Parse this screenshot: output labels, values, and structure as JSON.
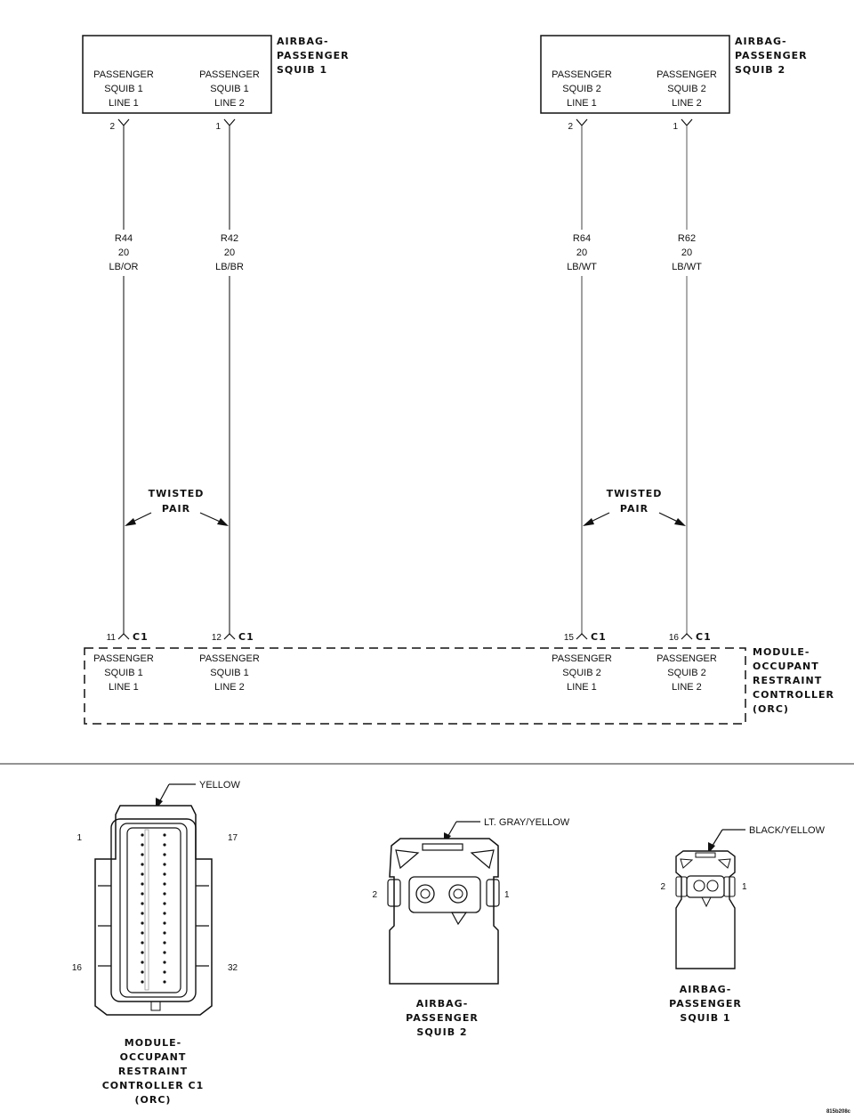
{
  "squib1": {
    "title": [
      "AIRBAG-",
      "PASSENGER",
      "SQUIB 1"
    ],
    "line1": [
      "PASSENGER",
      "SQUIB 1",
      "LINE 1"
    ],
    "line2": [
      "PASSENGER",
      "SQUIB 1",
      "LINE 2"
    ],
    "pin_a": "2",
    "pin_b": "1"
  },
  "squib2": {
    "title": [
      "AIRBAG-",
      "PASSENGER",
      "SQUIB 2"
    ],
    "line1": [
      "PASSENGER",
      "SQUIB 2",
      "LINE 1"
    ],
    "line2": [
      "PASSENGER",
      "SQUIB 2",
      "LINE 2"
    ],
    "pin_a": "2",
    "pin_b": "1"
  },
  "wires": [
    {
      "circuit": "R44",
      "gauge": "20",
      "color": "LB/OR"
    },
    {
      "circuit": "R42",
      "gauge": "20",
      "color": "LB/BR"
    },
    {
      "circuit": "R64",
      "gauge": "20",
      "color": "LB/WT"
    },
    {
      "circuit": "R62",
      "gauge": "20",
      "color": "LB/WT"
    }
  ],
  "twisted_pair": [
    "TWISTED",
    "PAIR"
  ],
  "orc": {
    "title": [
      "MODULE-",
      "OCCUPANT",
      "RESTRAINT",
      "CONTROLLER",
      "(ORC)"
    ],
    "connector": "C1",
    "pins": [
      "11",
      "12",
      "15",
      "16"
    ],
    "lines": [
      [
        "PASSENGER",
        "SQUIB 1",
        "LINE 1"
      ],
      [
        "PASSENGER",
        "SQUIB 1",
        "LINE 2"
      ],
      [
        "PASSENGER",
        "SQUIB 2",
        "LINE 1"
      ],
      [
        "PASSENGER",
        "SQUIB 2",
        "LINE 2"
      ]
    ]
  },
  "connectors": {
    "orc_c1": {
      "color": "YELLOW",
      "pins": {
        "top_left": "1",
        "top_right": "17",
        "bottom_left": "16",
        "bottom_right": "32"
      },
      "title": [
        "MODULE-",
        "OCCUPANT",
        "RESTRAINT",
        "CONTROLLER C1",
        "(ORC)"
      ]
    },
    "squib2": {
      "color": "LT. GRAY/YELLOW",
      "pins": {
        "left": "2",
        "right": "1"
      },
      "title": [
        "AIRBAG-",
        "PASSENGER",
        "SQUIB 2"
      ]
    },
    "squib1": {
      "color": "BLACK/YELLOW",
      "pins": {
        "left": "2",
        "right": "1"
      },
      "title": [
        "AIRBAG-",
        "PASSENGER",
        "SQUIB 1"
      ]
    }
  },
  "figure_id": "815b208c"
}
